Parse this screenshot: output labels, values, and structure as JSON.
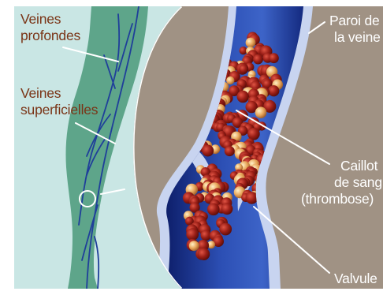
{
  "labels": {
    "deep_veins": {
      "line1": "Veines",
      "line2": "profondes"
    },
    "superficial_veins": {
      "line1": "Veines",
      "line2": "superficielles"
    },
    "vein_wall": {
      "line1": "Paroi de",
      "line2": "la veine"
    },
    "clot": {
      "line1": "Caillot",
      "line2": "de sang",
      "line3": "(thrombose)"
    },
    "valve": "Valvule"
  },
  "colors": {
    "background": "#c9e6e4",
    "leg": "#5ea58a",
    "vein": "#1f3f9a",
    "inset_background": "#a09284",
    "clot_dark": "#9a1e16",
    "clot_light": "#e8a65a",
    "label_dark": "#7a3416",
    "label_light": "#ffffff"
  }
}
